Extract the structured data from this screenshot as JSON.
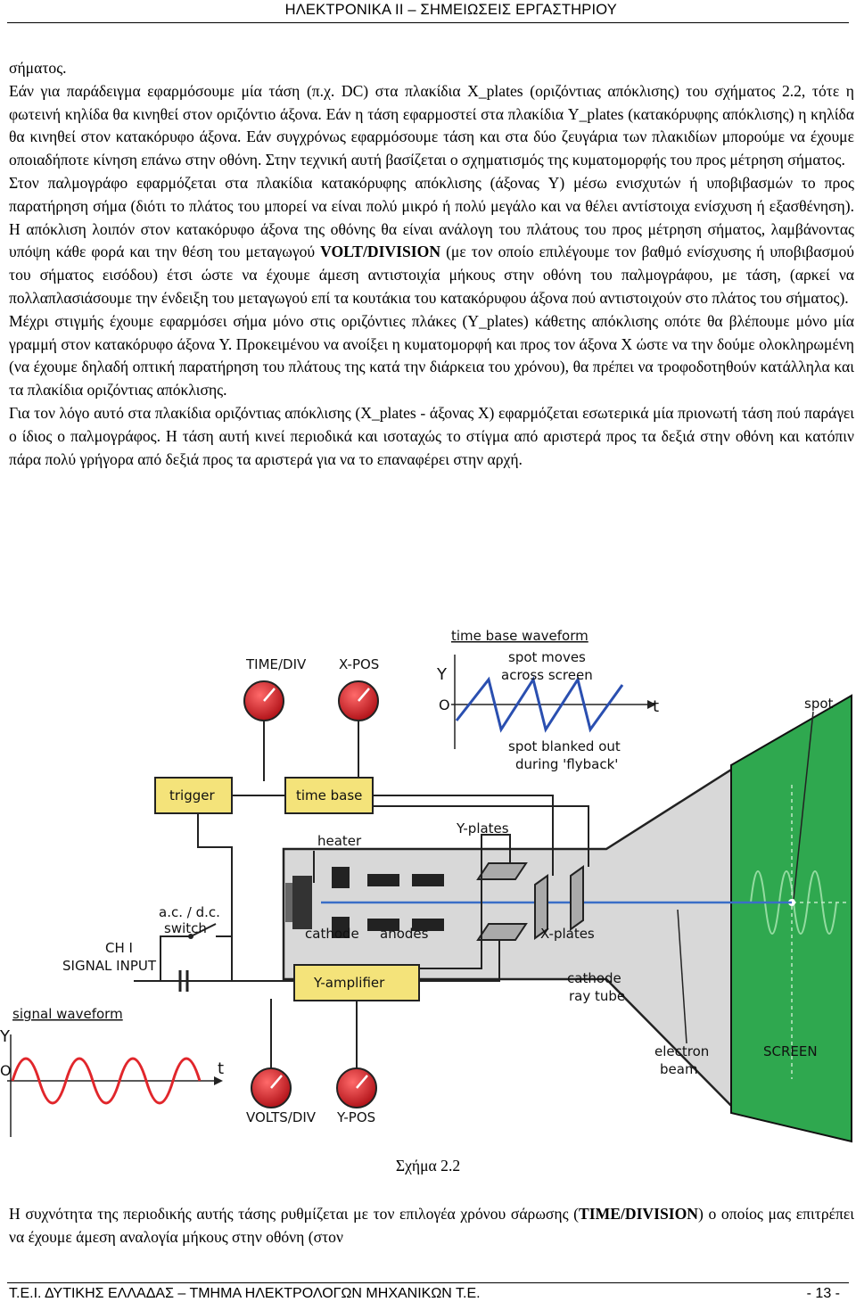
{
  "header": {
    "title": "ΗΛΕΚΤΡΟΝΙΚΑ ΙΙ – ΣΗΜΕΙΩΣΕΙΣ ΕΡΓΑΣΤΗΡΙΟΥ"
  },
  "paragraphs": {
    "p1": "σήματος.",
    "p2": "Εάν για παράδειγμα εφαρμόσουμε μία τάση (π.χ. DC) στα πλακίδια X_plates (οριζόντιας απόκλισης) του σχήματος 2.2, τότε η φωτεινή κηλίδα θα κινηθεί στον οριζόντιο άξονα. Εάν η τάση εφαρμοστεί στα πλακίδια Y_plates (κατακόρυφης απόκλισης) η κηλίδα θα κινηθεί στον κατακόρυφο άξονα. Εάν συγχρόνως εφαρμόσουμε τάση και στα δύο ζευγάρια των πλακιδίων μπορούμε να έχουμε οποιαδήποτε κίνηση επάνω στην οθόνη. Στην τεχνική αυτή βασίζεται ο σχηματισμός της κυματομορφής του προς μέτρηση σήματος.",
    "p3a": "Στον παλμογράφο εφαρμόζεται στα πλακίδια κατακόρυφης απόκλισης (άξονας Y) μέσω ενισχυτών ή υποβιβασμών το προς παρατήρηση σήμα (διότι το πλάτος του μπορεί να είναι πολύ μικρό ή πολύ μεγάλο και να θέλει αντίστοιχα ενίσχυση ή εξασθένηση). Η απόκλιση λοιπόν στον κατακόρυφο άξονα της οθόνης θα είναι ανάλογη του πλάτους του προς μέτρηση σήματος, λαμβάνοντας υπόψη κάθε φορά και την θέση του μεταγωγού ",
    "p3bold": "VOLT/DIVISION",
    "p3b": " (με τον οποίο επιλέγουμε τον βαθμό ενίσχυσης ή υποβιβασμού του σήματος εισόδου) έτσι ώστε να έχουμε άμεση αντιστοιχία μήκους στην οθόνη του παλμογράφου, με τάση, (αρκεί να πολλαπλασιάσουμε την ένδειξη του μεταγωγού επί τα κουτάκια του κατακόρυφου άξονα πού αντιστοιχούν στο πλάτος του σήματος).",
    "p4": "Μέχρι στιγμής έχουμε εφαρμόσει σήμα μόνο στις οριζόντιες πλάκες (Y_plates) κάθετης απόκλισης οπότε θα βλέπουμε μόνο μία γραμμή στον κατακόρυφο άξονα Y. Προκειμένου να ανοίξει η κυματομορφή και προς τον άξονα X ώστε να την δούμε ολοκληρωμένη (να έχουμε δηλαδή οπτική παρατήρηση του πλάτους της κατά την διάρκεια του χρόνου), θα πρέπει να τροφοδοτηθούν κατάλληλα και τα πλακίδια οριζόντιας απόκλισης.",
    "p5": "Για τον λόγο αυτό στα πλακίδια οριζόντιας απόκλισης (X_plates - άξονας X) εφαρμόζεται εσωτερικά μία πριονωτή τάση πού παράγει ο ίδιος ο παλμογράφος. Η τάση αυτή κινεί περιοδικά και ισοταχώς το στίγμα από αριστερά προς τα δεξιά στην οθόνη και κατόπιν πάρα πολύ γρήγορα από δεξιά προς τα αριστερά για να το επαναφέρει στην αρχή."
  },
  "figure": {
    "labels": {
      "time_div": "TIME/DIV",
      "x_pos": "X-POS",
      "time_base_waveform": "time base waveform",
      "spot_moves": "spot moves",
      "across_screen": "across screen",
      "y_axis": "Y",
      "zero": "O",
      "t_axis": "t",
      "spot_blanked": "spot blanked out",
      "during_flyback": "during 'flyback'",
      "spot": "spot",
      "trigger": "trigger",
      "time_base": "time base",
      "heater": "heater",
      "y_plates": "Y-plates",
      "ac_dc": "a.c. / d.c.",
      "switch": "switch",
      "cathode": "cathode",
      "anodes": "anodes",
      "x_plates": "X-plates",
      "ch1": "CH I",
      "signal_input": "SIGNAL INPUT",
      "y_amplifier": "Y-amplifier",
      "crt_cathode": "cathode",
      "ray_tube": "ray tube",
      "signal_waveform": "signal waveform",
      "electron": "electron",
      "beam": "beam",
      "screen": "SCREEN",
      "volts_div": "VOLTS/DIV",
      "y_pos": "Y-POS"
    },
    "colors": {
      "knob": "#d9262a",
      "box": "#f4e37a",
      "tube": "#d8d8d8",
      "screen": "#2fa84f",
      "wave": "#e1262b",
      "sawtooth": "#2a4fb0"
    }
  },
  "caption": "Σχήμα 2.2",
  "after": {
    "a": "Η συχνότητα της περιοδικής αυτής τάσης ρυθμίζεται με τον επιλογέα χρόνου σάρωσης (",
    "bold": "TIME/DIVISION",
    "b": ") ο οποίος μας επιτρέπει να έχουμε άμεση αναλογία μήκους στην οθόνη (στον"
  },
  "footer": {
    "left": "Τ.Ε.Ι. ΔΥΤΙΚΗΣ ΕΛΛΑΔΑΣ – ΤΜΗΜΑ ΗΛΕΚΤΡΟΛΟΓΩΝ ΜΗΧΑΝΙΚΩΝ Τ.Ε.",
    "right": "- 13 -"
  }
}
